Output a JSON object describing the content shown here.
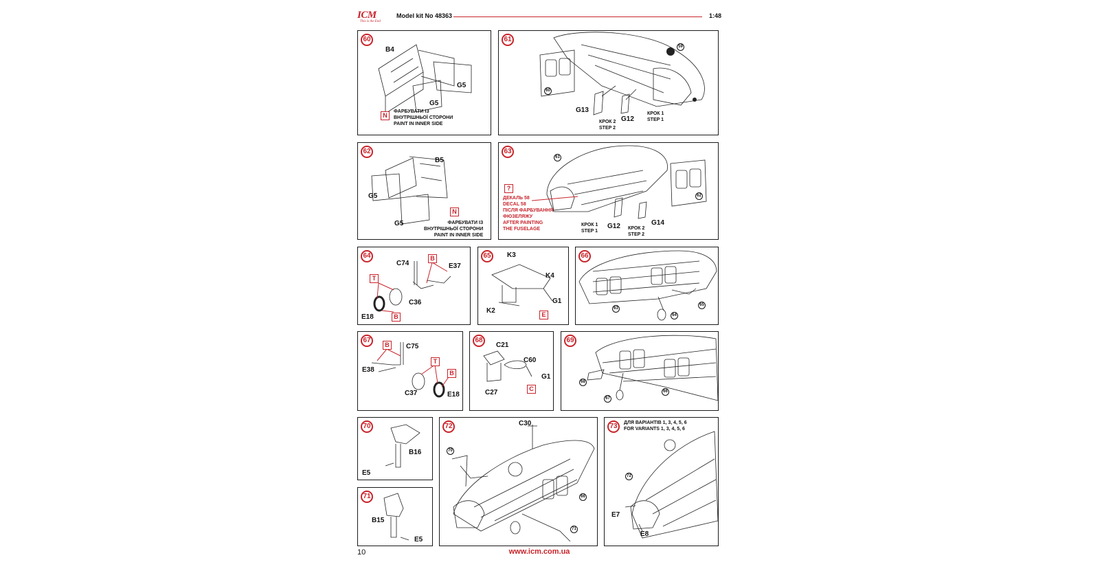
{
  "header": {
    "logo": "ICM",
    "tagline": "This is the End",
    "kit": "Model kit No 48363",
    "scale": "1:48"
  },
  "colors": {
    "accent": "#c8242b",
    "line": "#1a1a1a"
  },
  "steps": {
    "s60": {
      "num": "60",
      "b4": "B4",
      "g5a": "G5",
      "g5b": "G5",
      "n": "N",
      "note1": "ФАРБУВАТИ ІЗ",
      "note2": "ВНУТРІШНЬОЇ СТОРОНИ",
      "note3": "PAINT IN INNER SIDE"
    },
    "s61": {
      "num": "61",
      "r59": "59",
      "r60": "60",
      "g13": "G13",
      "g12": "G12",
      "krok2": "КРОК 2",
      "step2": "STEP 2",
      "krok1": "КРОК 1",
      "step1": "STEP 1"
    },
    "s62": {
      "num": "62",
      "b5": "B5",
      "g5a": "G5",
      "g5b": "G5",
      "n": "N",
      "note1": "ФАРБУВАТИ ІЗ",
      "note2": "ВНУТРІШНЬОЇ СТОРОНИ",
      "note3": "PAINT IN INNER SIDE"
    },
    "s63": {
      "num": "63",
      "r61": "61",
      "r62": "62",
      "q": "?",
      "decal1": "ДЕКАЛЬ 58",
      "decal2": "DECAL 58",
      "decal3": "ПІСЛЯ ФАРБУВАННЯ",
      "decal4": "ФЮЗЕЛЯЖУ",
      "decal5": "AFTER PAINTING",
      "decal6": "THE FUSELAGE",
      "krok1": "КРОК 1",
      "step1": "STEP 1",
      "g12": "G12",
      "krok2": "КРОК 2",
      "step2": "STEP 2",
      "g14": "G14"
    },
    "s64": {
      "num": "64",
      "c74": "C74",
      "b1": "B",
      "e37": "E37",
      "t": "T",
      "c36": "C36",
      "e18": "E18",
      "b2": "B"
    },
    "s65": {
      "num": "65",
      "k3": "K3",
      "k4": "K4",
      "g1": "G1",
      "k2": "K2",
      "e": "E"
    },
    "s66": {
      "num": "66",
      "r63": "63",
      "r64": "64",
      "r65": "65"
    },
    "s67": {
      "num": "67",
      "b1": "B",
      "c75": "C75",
      "e38": "E38",
      "t": "T",
      "b2": "B",
      "c37": "C37",
      "e18": "E18"
    },
    "s68": {
      "num": "68",
      "c21": "C21",
      "c60": "C60",
      "g1": "G1",
      "c27": "C27",
      "c": "C"
    },
    "s69": {
      "num": "69",
      "r68": "68",
      "r67": "67",
      "r66": "66"
    },
    "s70": {
      "num": "70",
      "b16": "B16",
      "e5": "E5"
    },
    "s71": {
      "num": "71",
      "b15": "B15",
      "e5": "E5"
    },
    "s72": {
      "num": "72",
      "c30": "C30",
      "r70": "70",
      "r66": "66",
      "r71": "71"
    },
    "s73": {
      "num": "73",
      "v1": "ДЛЯ ВАРІАНТІВ 1, 3, 4, 5, 6",
      "v2": "FOR VARIANTS 1, 3, 4, 5, 6",
      "r72": "72",
      "e7": "E7",
      "e8": "E8"
    }
  },
  "footer": {
    "page": "10",
    "url": "www.icm.com.ua"
  }
}
